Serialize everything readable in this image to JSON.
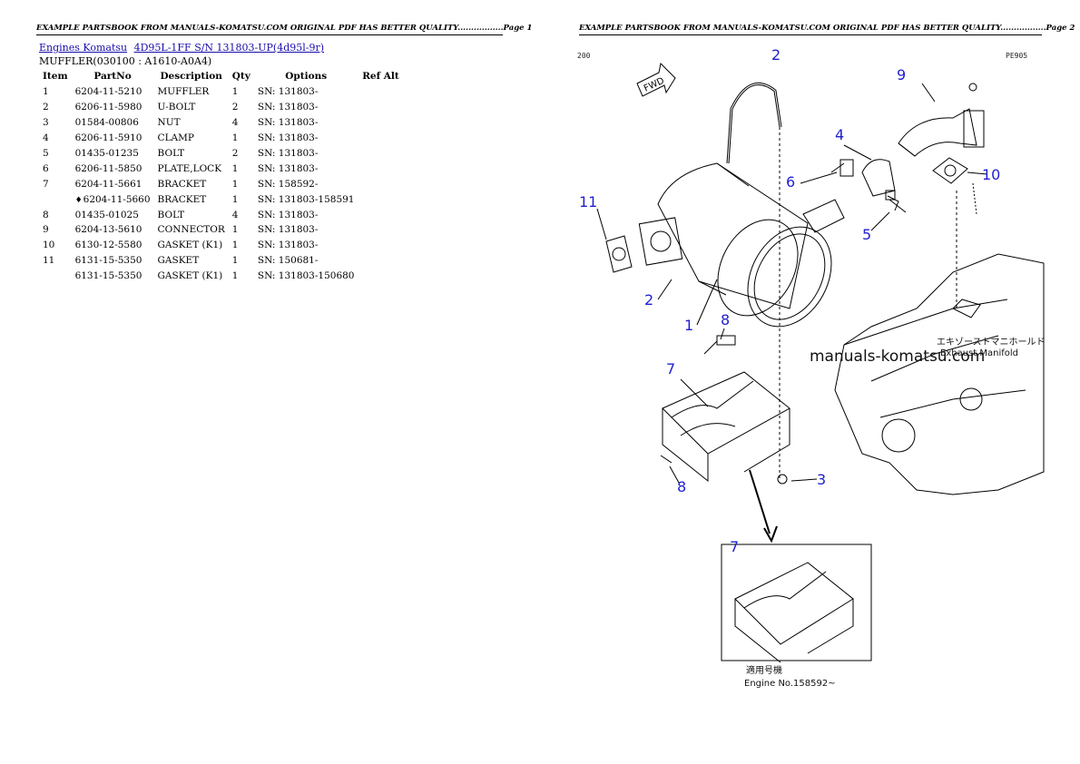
{
  "headers": {
    "left": "EXAMPLE PARTSBOOK FROM MANUALS-KOMATSU.COM ORIGINAL PDF HAS BETTER QUALITY.................Page 1",
    "right": "EXAMPLE PARTSBOOK FROM MANUALS-KOMATSU.COM ORIGINAL PDF HAS BETTER QUALITY.................Page 2"
  },
  "breadcrumb": {
    "link1": "Engines Komatsu",
    "link2": "4D95L-1FF S/N 131803-UP(4d95l-9r)"
  },
  "subtitle": "MUFFLER(030100 : A1610-A0A4)",
  "table": {
    "columns": [
      "Item",
      "PartNo",
      "Description",
      "Qty",
      "Options",
      "Ref Alt"
    ],
    "rows": [
      {
        "item": "1",
        "part": "6204-11-5210",
        "desc": "MUFFLER",
        "qty": "1",
        "opt": "SN: 131803-",
        "ref": ""
      },
      {
        "item": "2",
        "part": "6206-11-5980",
        "desc": "U-BOLT",
        "qty": "2",
        "opt": "SN: 131803-",
        "ref": ""
      },
      {
        "item": "3",
        "part": "01584-00806",
        "desc": "NUT",
        "qty": "4",
        "opt": "SN: 131803-",
        "ref": ""
      },
      {
        "item": "4",
        "part": "6206-11-5910",
        "desc": "CLAMP",
        "qty": "1",
        "opt": "SN: 131803-",
        "ref": ""
      },
      {
        "item": "5",
        "part": "01435-01235",
        "desc": "BOLT",
        "qty": "2",
        "opt": "SN: 131803-",
        "ref": ""
      },
      {
        "item": "6",
        "part": "6206-11-5850",
        "desc": "PLATE,LOCK",
        "qty": "1",
        "opt": "SN: 131803-",
        "ref": ""
      },
      {
        "item": "7",
        "part": "6204-11-5661",
        "desc": "BRACKET",
        "qty": "1",
        "opt": "SN: 158592-",
        "ref": ""
      },
      {
        "item": "",
        "part": "6204-11-5660",
        "desc": "BRACKET",
        "qty": "1",
        "opt": "SN: 131803-158591",
        "ref": "",
        "diamond": "♦"
      },
      {
        "item": "8",
        "part": "01435-01025",
        "desc": "BOLT",
        "qty": "4",
        "opt": "SN: 131803-",
        "ref": ""
      },
      {
        "item": "9",
        "part": "6204-13-5610",
        "desc": "CONNECTOR",
        "qty": "1",
        "opt": "SN: 131803-",
        "ref": ""
      },
      {
        "item": "10",
        "part": "6130-12-5580",
        "desc": "GASKET (K1)",
        "qty": "1",
        "opt": "SN: 131803-",
        "ref": ""
      },
      {
        "item": "11",
        "part": "6131-15-5350",
        "desc": "GASKET",
        "qty": "1",
        "opt": "SN: 150681-",
        "ref": ""
      },
      {
        "item": "",
        "part": "6131-15-5350",
        "desc": "GASKET (K1)",
        "qty": "1",
        "opt": "SN: 131803-150680",
        "ref": ""
      }
    ]
  },
  "diagram": {
    "watermark": "manuals-komatsu.com",
    "fwd": "FWD",
    "jp_manifold": "エキゾーストマニホールド",
    "manifold": "Exhaust Manifold",
    "jp_applicable": "適用号機",
    "engine_no": "Engine No.158592~",
    "top_code": "200",
    "right_code": "PE905",
    "callouts": [
      "1",
      "2",
      "2",
      "3",
      "4",
      "5",
      "6",
      "7",
      "7",
      "8",
      "8",
      "9",
      "10",
      "11"
    ]
  }
}
